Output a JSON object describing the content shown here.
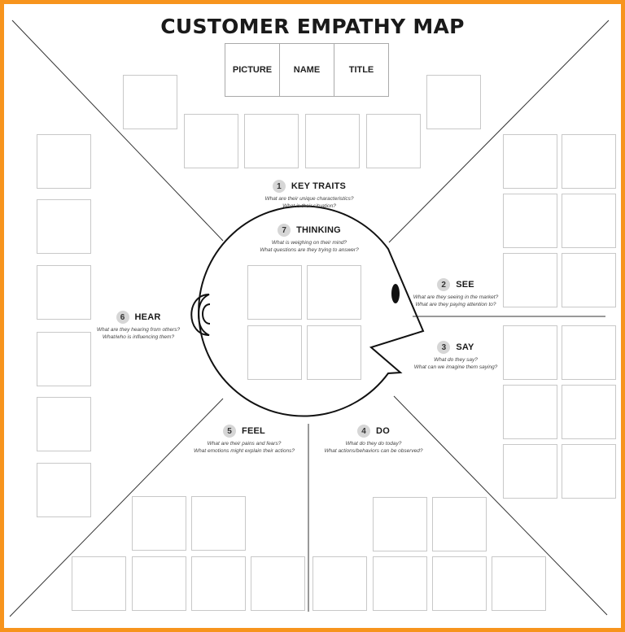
{
  "title": "CUSTOMER EMPATHY MAP",
  "header": {
    "picture": "PICTURE",
    "name": "NAME",
    "title": "TITLE"
  },
  "sections": {
    "key_traits": {
      "number": "1",
      "title": "KEY TRAITS",
      "q1": "What are their unique characteristics?",
      "q2": "What is their situation?"
    },
    "thinking": {
      "number": "7",
      "title": "THINKING",
      "q1": "What is weighing on their mind?",
      "q2": "What questions are they trying to answer?"
    },
    "see": {
      "number": "2",
      "title": "SEE",
      "q1": "What are they seeing in the market?",
      "q2": "What are they paying attention to?"
    },
    "say": {
      "number": "3",
      "title": "SAY",
      "q1": "What do they say?",
      "q2": "What can we imagine them saying?"
    },
    "hear": {
      "number": "6",
      "title": "HEAR",
      "q1": "What are they hearing from others?",
      "q2": "What/who is influencing them?"
    },
    "feel": {
      "number": "5",
      "title": "FEEL",
      "q1": "What are their pains and fears?",
      "q2": "What emotions might explain their actions?"
    },
    "do": {
      "number": "4",
      "title": "DO",
      "q1": "What do they do today?",
      "q2": "What actions/behaviors can be observed?"
    }
  },
  "colors": {
    "border": "#f7941d",
    "badge": "#d6d6d6",
    "ink": "#1a1a1a"
  }
}
